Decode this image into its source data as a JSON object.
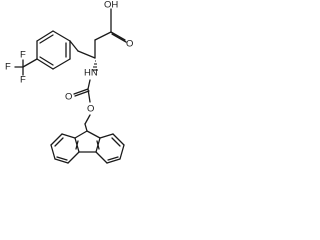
{
  "molecule": {
    "atom_labels": {
      "carboxyl_oh": "OH",
      "carboxyl_o": "O",
      "amine_nh": "HN",
      "carbamate_o_dbl": "O",
      "carbamate_o_ester": "O",
      "fluorine_top": "F",
      "fluorine_left": "F",
      "fluorine_bottom": "F"
    }
  }
}
